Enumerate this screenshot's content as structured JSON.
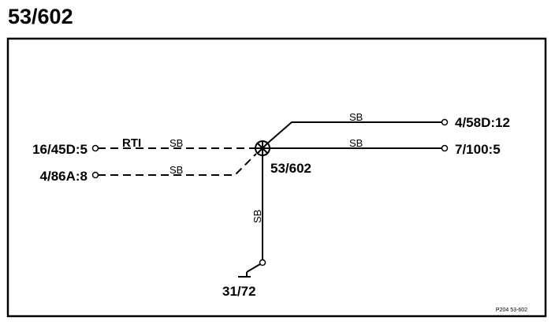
{
  "title": "53/602",
  "splice": {
    "label": "53/602"
  },
  "terminals": {
    "left_top": "16/45D:5",
    "left_bottom": "4/86A:8",
    "right_top": "4/58D:12",
    "right_mid": "7/100:5",
    "ground": "31/72"
  },
  "wires": {
    "left_top_circuit": "RTI",
    "left_top_color": "SB",
    "left_bottom_color": "SB",
    "right_top_color": "SB",
    "right_mid_color": "SB",
    "down_color": "SB"
  },
  "footer_code": "P204 53-602",
  "colors": {
    "line": "#000000",
    "background": "#ffffff"
  }
}
